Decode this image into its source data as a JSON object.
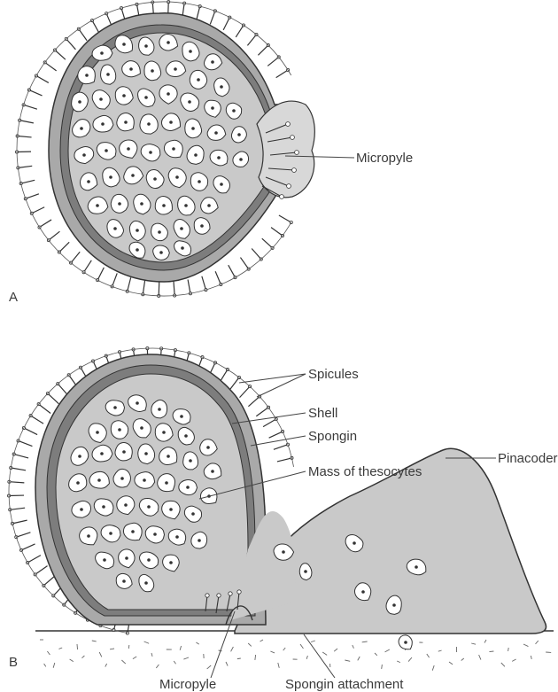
{
  "panels": {
    "a": {
      "letter": "A",
      "labels": {
        "micropyle": "Micropyle"
      }
    },
    "b": {
      "letter": "B",
      "labels": {
        "spicules": "Spicules",
        "shell": "Shell",
        "spongin": "Spongin",
        "mass": "Mass of thesocytes",
        "pinacoderm": "Pinacoderm",
        "micropyle": "Micropyle",
        "attachment": "Spongin attachment"
      }
    }
  },
  "colors": {
    "cytoplasm": "#c9c9c9",
    "cell_fill": "#ffffff",
    "outline": "#333333",
    "shell": "#7d7d7d",
    "spongin_layer": "#a9a9a9"
  },
  "icons": [
    "gemmule-section-drawing",
    "thesocyte-cell",
    "spicule-rod",
    "substrate-texture"
  ]
}
